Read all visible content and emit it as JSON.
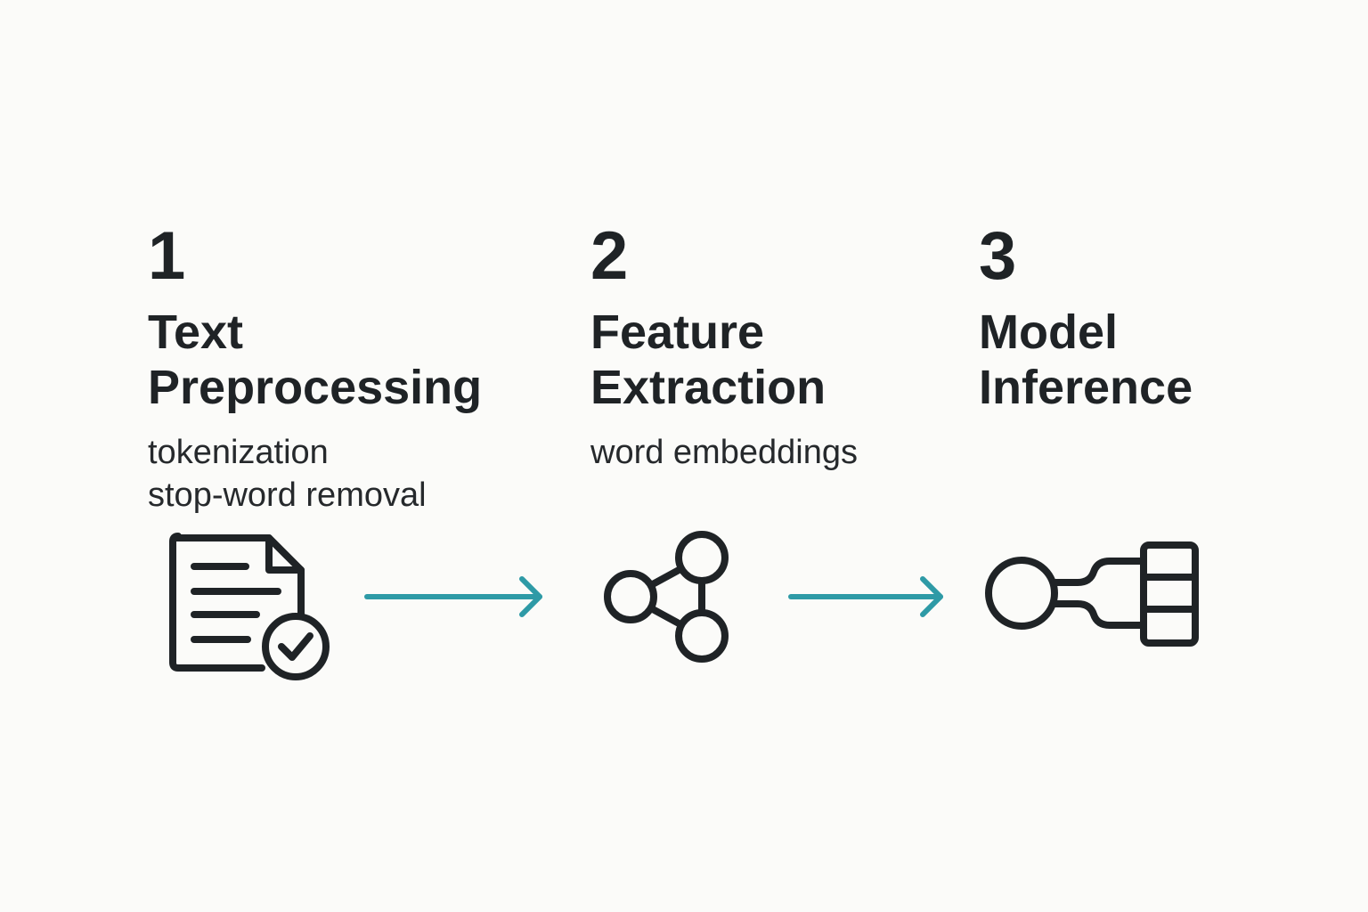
{
  "accent_color": "#2e9aa6",
  "ink_color": "#1f2326",
  "steps": [
    {
      "number": "1",
      "title_line1": "Text",
      "title_line2": "Preprocessing",
      "desc": [
        "tokenization",
        "stop-word removal"
      ],
      "icon": "document-check-icon"
    },
    {
      "number": "2",
      "title_line1": "Feature",
      "title_line2": "Extraction",
      "desc": [
        "word embeddings"
      ],
      "icon": "graph-nodes-icon"
    },
    {
      "number": "3",
      "title_line1": "Model",
      "title_line2": "Inference",
      "desc": [],
      "icon": "model-network-icon"
    }
  ],
  "connectors": [
    "arrow-right-icon",
    "arrow-right-icon"
  ]
}
